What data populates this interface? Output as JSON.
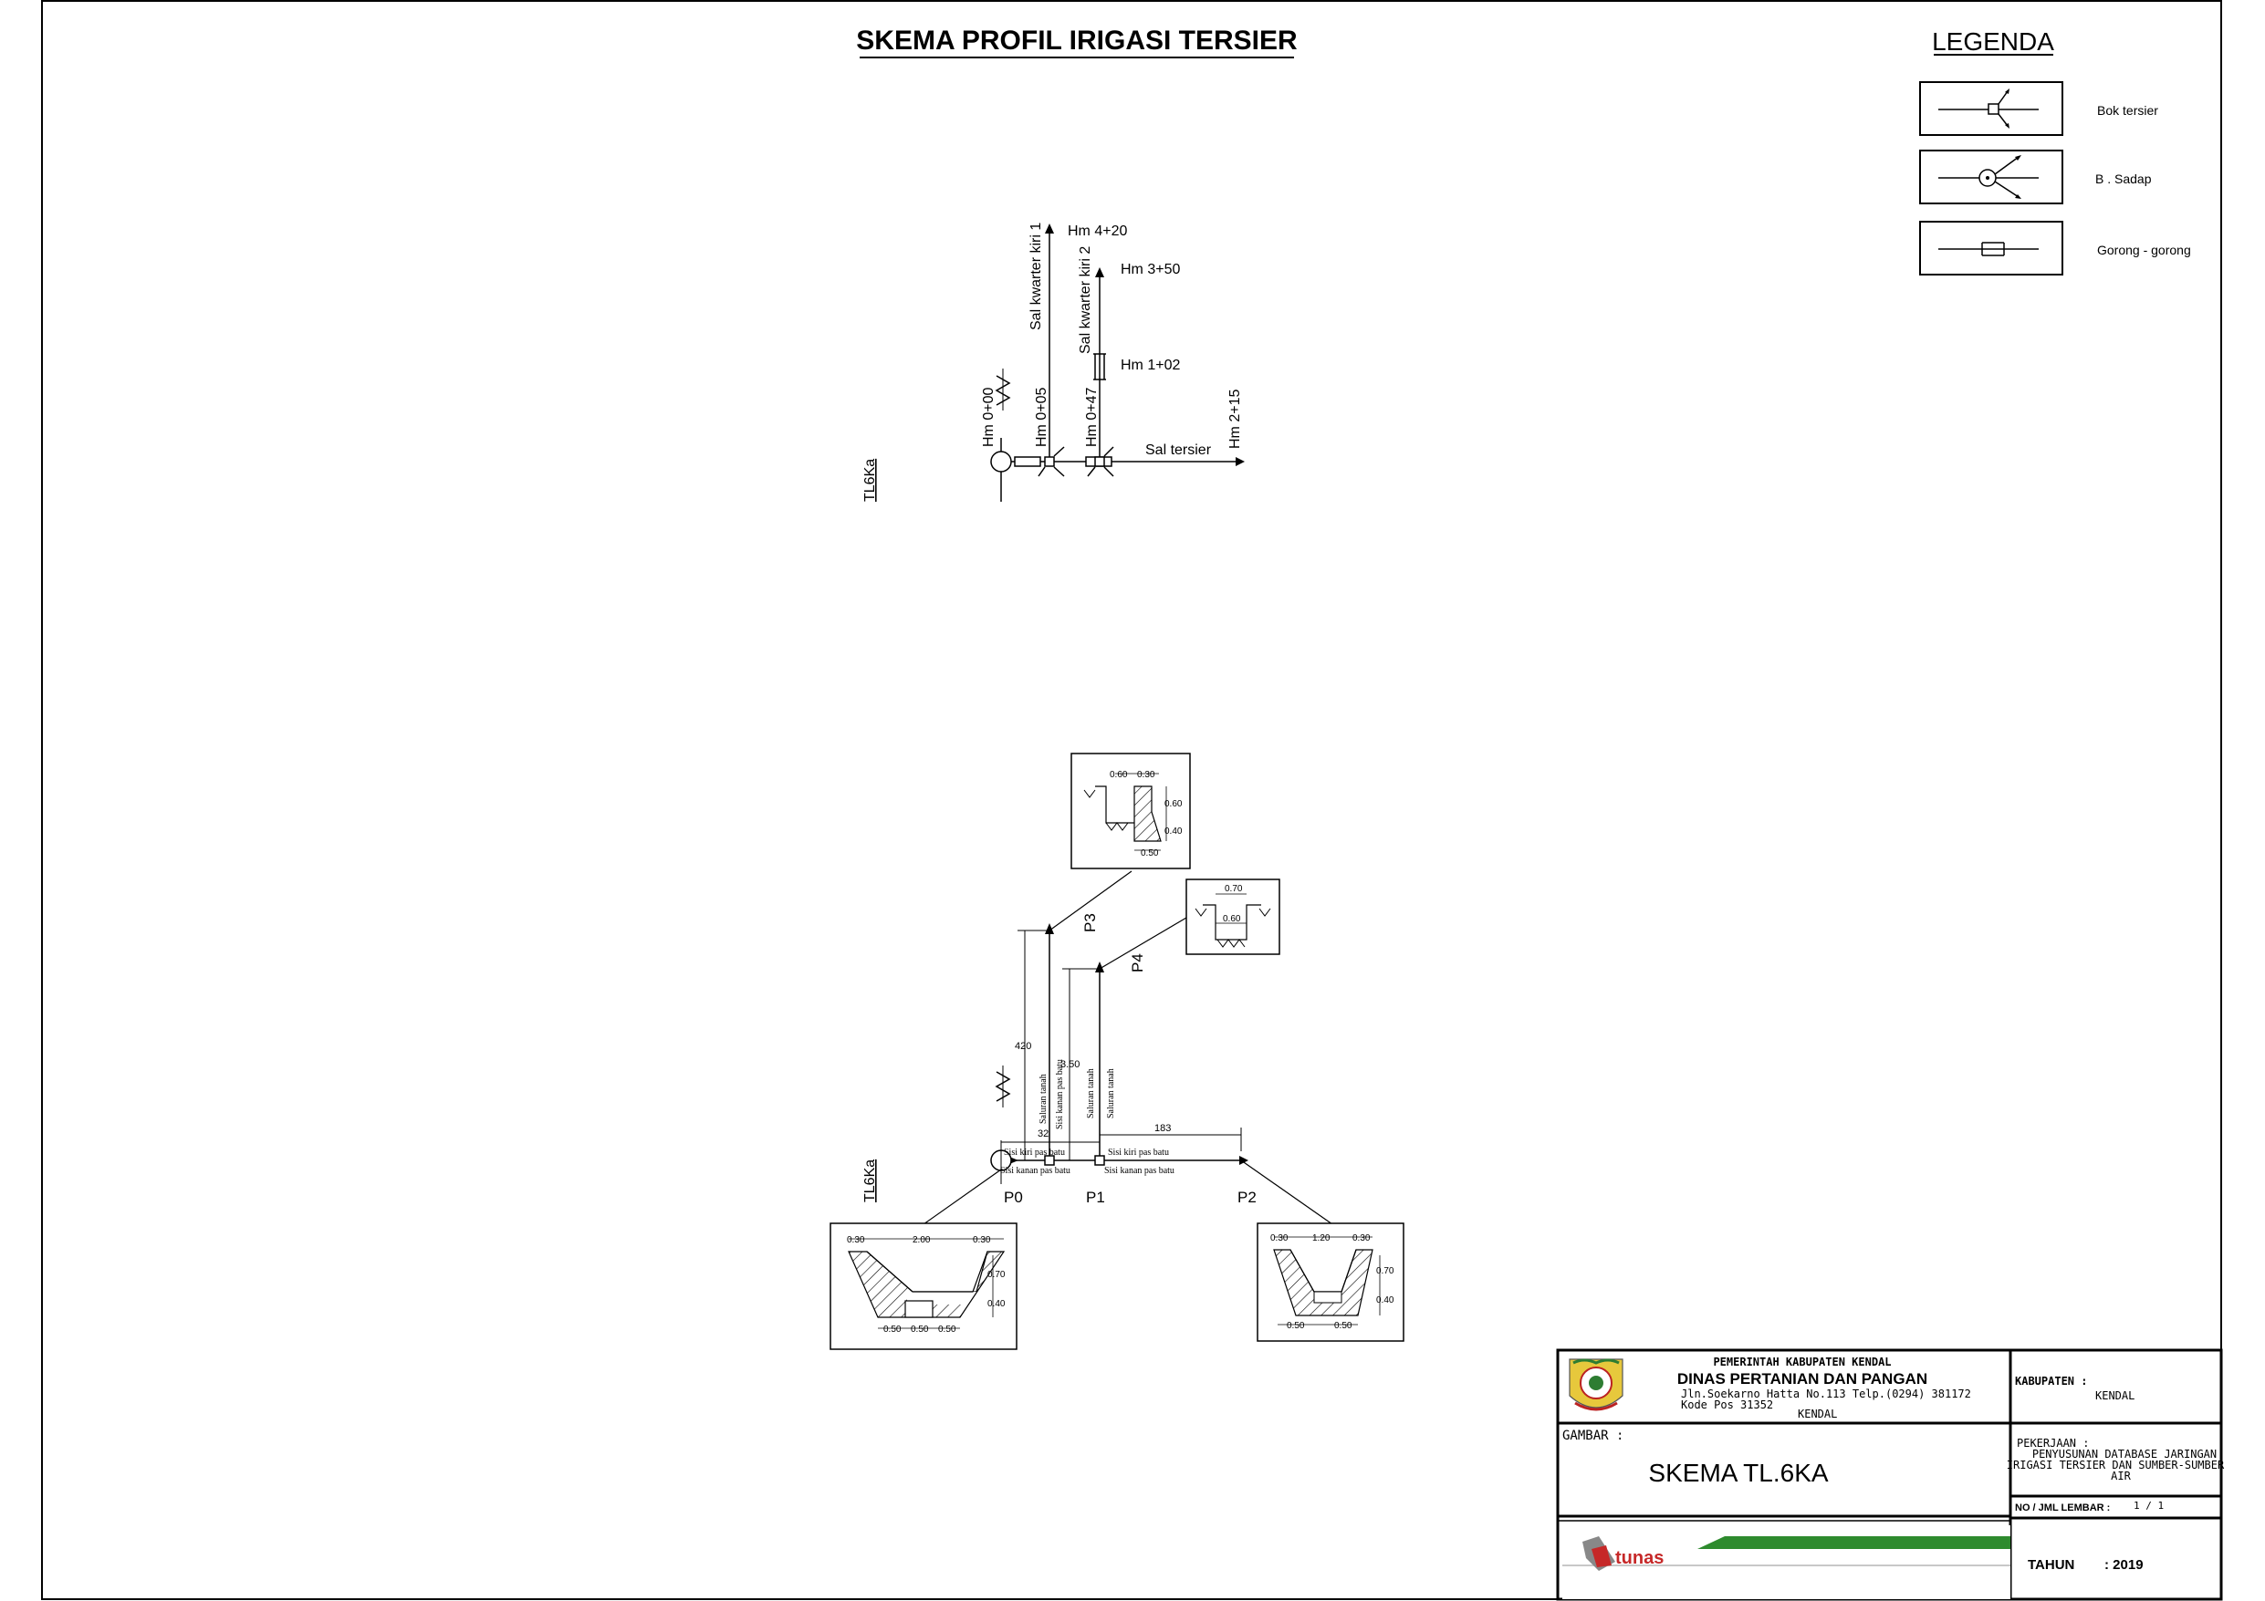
{
  "title": "SKEMA PROFIL IRIGASI TERSIER",
  "legend": {
    "heading": "LEGENDA",
    "items": [
      {
        "label": "Bok tersier",
        "icon": "bok-tersier-icon"
      },
      {
        "label": "B . Sadap",
        "icon": "bangunan-sadap-icon"
      },
      {
        "label": "Gorong - gorong",
        "icon": "gorong-gorong-icon"
      }
    ]
  },
  "schema": {
    "id_label": "TL6Ka",
    "hm_0_00": "Hm 0+00",
    "hm_0_05": "Hm 0+05",
    "hm_0_47": "Hm 0+47",
    "hm_2_15": "Hm 2+15",
    "hm_4_20": "Hm 4+20",
    "hm_3_50": "Hm 3+50",
    "hm_1_02": "Hm 1+02",
    "kwarter_1": "Sal kwarter kiri 1",
    "kwarter_2": "Sal kwarter kiri 2",
    "tersier": "Sal tersier"
  },
  "profile": {
    "id_label": "TL6Ka",
    "points": [
      "P0",
      "P1",
      "P2",
      "P3",
      "P4"
    ],
    "dim_420": "420",
    "dim_350": "3.50",
    "dim_32": "32",
    "dim_183": "183",
    "saluran_tanah": "Saluran tanah",
    "sisi_kanan": "Sisi kanan pas batu",
    "sisi_kiri": "Sisi kiri pas batu"
  },
  "sections": {
    "p3": {
      "top_a": "0.60",
      "top_b": "0.30",
      "h1": "0.60",
      "h2": "0.40",
      "bottom": "0.50"
    },
    "p4": {
      "width": "0.70",
      "height": "0.60"
    },
    "p0": {
      "left": "0.30",
      "top": "2.00",
      "right": "0.30",
      "h1": "0.70",
      "h2": "0.40",
      "b1": "0.50",
      "b2": "0.50",
      "b3": "0.50"
    },
    "p2": {
      "left": "0.30",
      "top": "1.20",
      "right": "0.30",
      "h1": "0.70",
      "h2": "0.40",
      "b1": "0.50",
      "b2": "0.50"
    }
  },
  "title_block": {
    "agency_line1": "PEMERINTAH KABUPATEN KENDAL",
    "agency_line2": "DINAS PERTANIAN DAN PANGAN",
    "agency_line3": "Jln.Soekarno Hatta No.113 Telp.(0294) 381172",
    "agency_line4": "Kode Pos 31352",
    "agency_line5": "KENDAL",
    "kabupaten_label": "KABUPATEN :",
    "kabupaten_value": "KENDAL",
    "gambar_label": "GAMBAR :",
    "gambar_value": "SKEMA TL.6KA",
    "pekerjaan_label": "PEKERJAAN :",
    "pekerjaan_line1": "PENYUSUNAN DATABASE JARINGAN",
    "pekerjaan_line2": "IRIGASI TERSIER DAN SUMBER-SUMBER",
    "pekerjaan_line3": "AIR",
    "lembar_label": "NO / JML LEMBAR :",
    "lembar_value": "1 / 1",
    "tahun_label": "TAHUN",
    "tahun_value": ": 2019",
    "logo_text": "tunas",
    "accent_green": "#2e8b2e"
  }
}
